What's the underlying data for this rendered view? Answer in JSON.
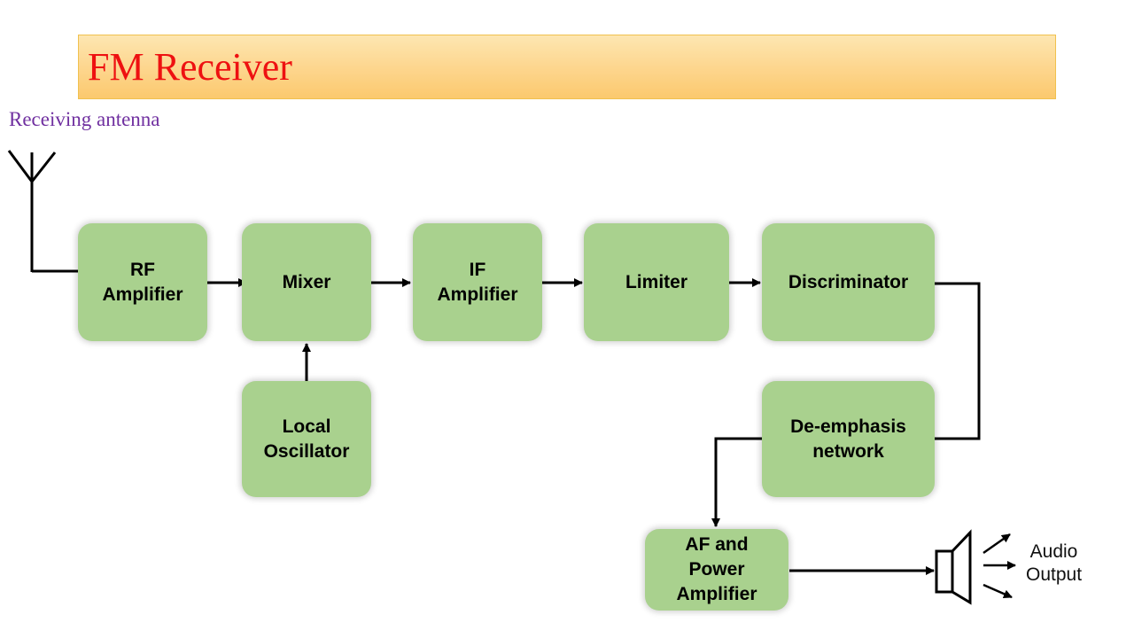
{
  "title": "FM Receiver",
  "antenna_label": "Receiving antenna",
  "blocks": {
    "rf_amplifier": "RF\nAmplifier",
    "mixer": "Mixer",
    "if_amplifier": "IF\nAmplifier",
    "limiter": "Limiter",
    "discriminator": "Discriminator",
    "local_oscillator": "Local\nOscillator",
    "de_emphasis": "De-emphasis\nnetwork",
    "af_power_amplifier": "AF and\nPower\nAmplifier"
  },
  "audio_output_label": "Audio\nOutput",
  "colors": {
    "block_fill": "#a9d18e",
    "title_text": "#ee1111",
    "antenna_label": "#7030a0",
    "banner": "#fdd58c"
  }
}
